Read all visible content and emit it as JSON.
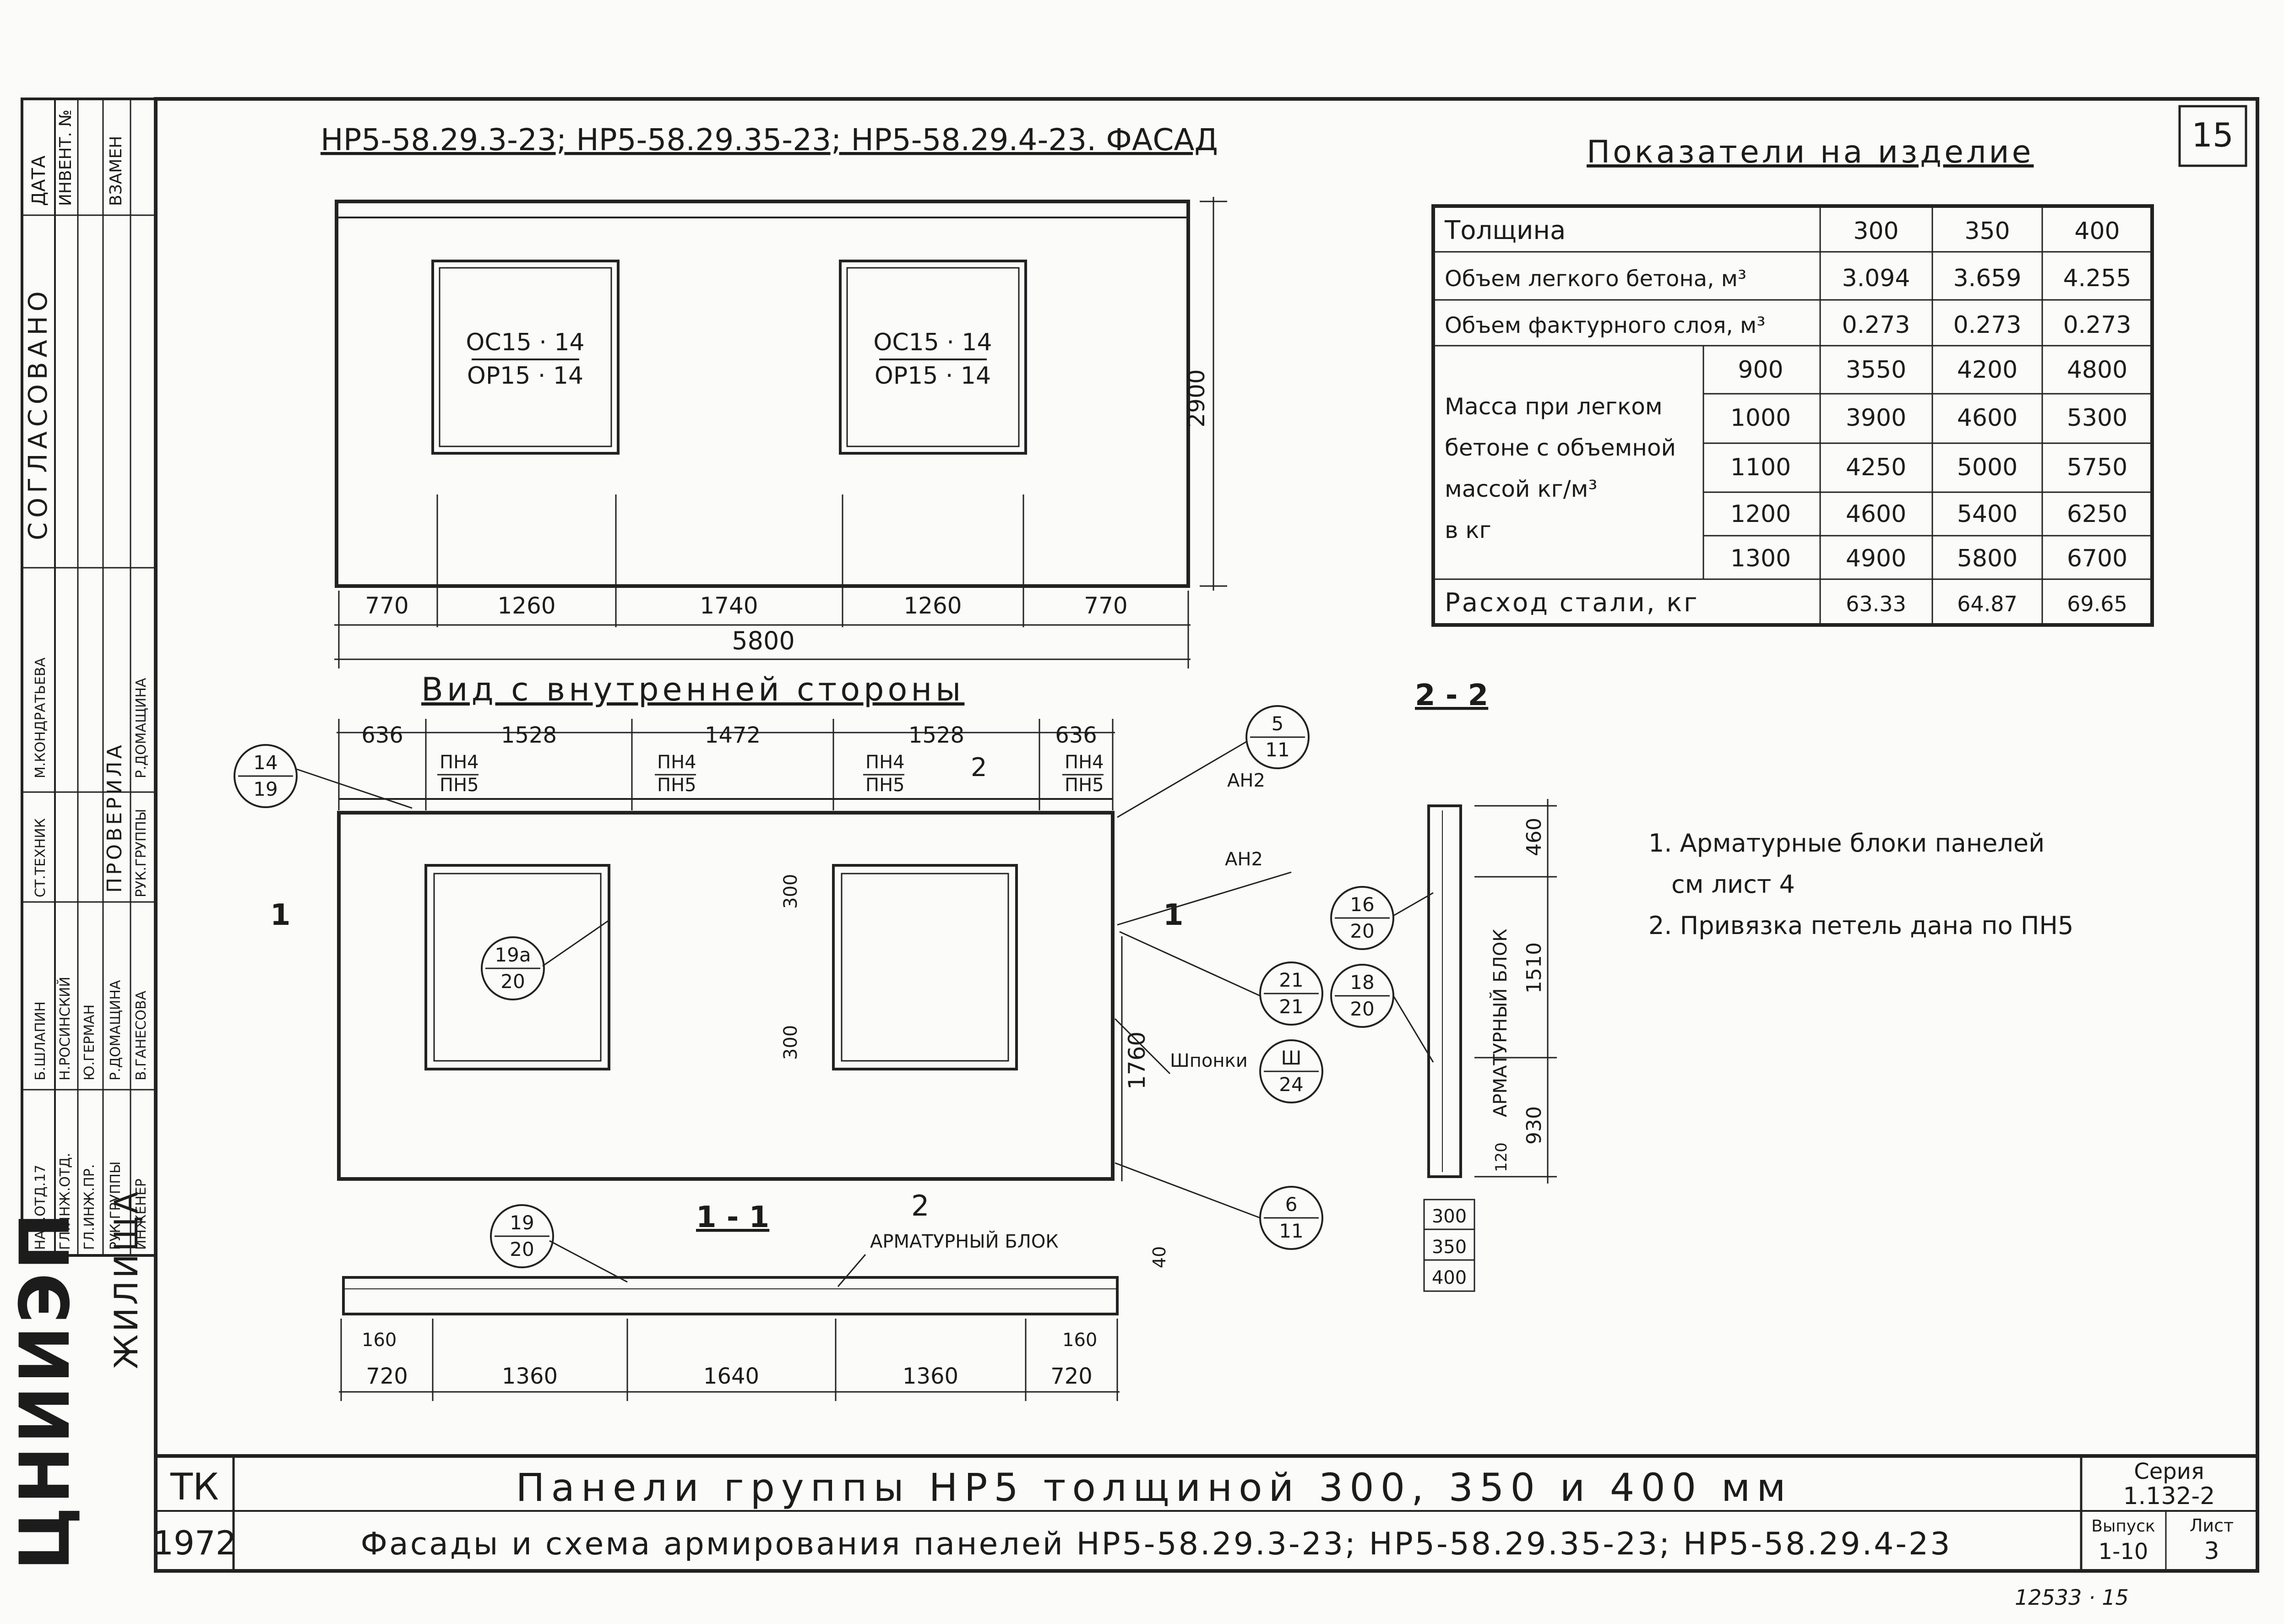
{
  "sheet_number": "15",
  "facade_title": "НР5-58.29.3-23; НР5-58.29.35-23; НР5-58.29.4-23. ФАСАД",
  "window_labels": {
    "top": "ОС15 · 14",
    "bottom": "ОР15 · 14"
  },
  "facade_dims": {
    "segments": [
      "770",
      "1260",
      "1740",
      "1260",
      "770"
    ],
    "total": "5800",
    "height": "2900"
  },
  "inner_view_title": "Вид с внутренней стороны",
  "inner_dims": {
    "segments": [
      "636",
      "1528",
      "1472",
      "1528",
      "636"
    ],
    "opening": "300",
    "height": "1760"
  },
  "loop_labels": {
    "top": "ПН4",
    "bottom": "ПН5"
  },
  "callouts": [
    {
      "top": "14",
      "bottom": "19"
    },
    {
      "top": "5",
      "bottom": "11"
    },
    {
      "top": "19а",
      "bottom": "20"
    },
    {
      "top": "21",
      "bottom": "21"
    },
    {
      "top": "Ш",
      "bottom": "24"
    },
    {
      "top": "6",
      "bottom": "11"
    },
    {
      "top": "19",
      "bottom": "20"
    },
    {
      "top": "16",
      "bottom": "20"
    },
    {
      "top": "18",
      "bottom": "20"
    }
  ],
  "labels": {
    "ah2": "АН2",
    "keys": "Шпонки",
    "rebar_block": "АРМАТУРНЫЙ БЛОК",
    "section_1_mark": "1",
    "section_2_mark": "2"
  },
  "section_11": {
    "title": "1 - 1",
    "dims": [
      "720",
      "1360",
      "1640",
      "1360",
      "720"
    ],
    "offset": "160",
    "height": "40"
  },
  "section_22": {
    "title": "2 - 2",
    "dims": [
      "460",
      "1510",
      "930"
    ],
    "bottom": "120",
    "thickness": [
      "300",
      "350",
      "400"
    ]
  },
  "indicators": {
    "title": "Показатели на изделие",
    "header": [
      "Толщина",
      "300",
      "350",
      "400"
    ],
    "rows": [
      [
        "Объем легкого бетона, м³",
        "3.094",
        "3.659",
        "4.255"
      ],
      [
        "Объем фактурного слоя, м³",
        "0.273",
        "0.273",
        "0.273"
      ]
    ],
    "mass_label": [
      "Масса при легком",
      "бетоне с объемной",
      "массой кг/м³",
      "в кг"
    ],
    "mass_rows": [
      [
        "900",
        "3550",
        "4200",
        "4800"
      ],
      [
        "1000",
        "3900",
        "4600",
        "5300"
      ],
      [
        "1100",
        "4250",
        "5000",
        "5750"
      ],
      [
        "1200",
        "4600",
        "5400",
        "6250"
      ],
      [
        "1300",
        "4900",
        "5800",
        "6700"
      ]
    ],
    "steel": [
      "Расход стали, кг",
      "63.33",
      "64.87",
      "69.65"
    ]
  },
  "notes": [
    "1. Арматурные блоки панелей",
    "см лист 4",
    "2. Привязка петель дана по ПН5"
  ],
  "side_stamp": {
    "coord": "СОГЛАСОВАНО",
    "date": "ДАТА",
    "inv": "ИНВЕНТ. №",
    "repl": "ВЗАМЕН",
    "checked": "ПРОВЕРИЛА",
    "roles": [
      "НАЧ.ОТД.17",
      "ГЛ.ИНЖ.ОТД.",
      "ГЛ.ИНЖ.ПР.",
      "РУК.ГРУППЫ",
      "ИНЖЕНЕР"
    ],
    "names": [
      "Б.ШЛАПИН",
      "Н.РОСИНСКИЙ",
      "Ю.ГЕРМАН",
      "Р.ДОМАЩИНА",
      "В.ГАНЕСОВА"
    ],
    "role_tech": "СТ.ТЕХНИК",
    "role_grp": "РУК.ГРУППЫ",
    "name_1": "М.КОНДРАТЬЕВА",
    "name_2": "Р.ДОМАЩИНА",
    "org": "ЦНИИЭП",
    "org_sub": "ЖИЛИЩА"
  },
  "title_block": {
    "tk": "ТК",
    "year": "1972",
    "main_title": "Панели группы НР5 толщиной 300, 350 и 400 мм",
    "subtitle": "Фасады и схема армирования панелей НР5-58.29.3-23; НР5-58.29.35-23; НР5-58.29.4-23",
    "series_label": "Серия",
    "series_value": "1.132-2",
    "issue_label": "Выпуск",
    "issue_value": "1-10",
    "sheet_label": "Лист",
    "sheet_value": "3"
  },
  "footer_note": "12533 · 15"
}
